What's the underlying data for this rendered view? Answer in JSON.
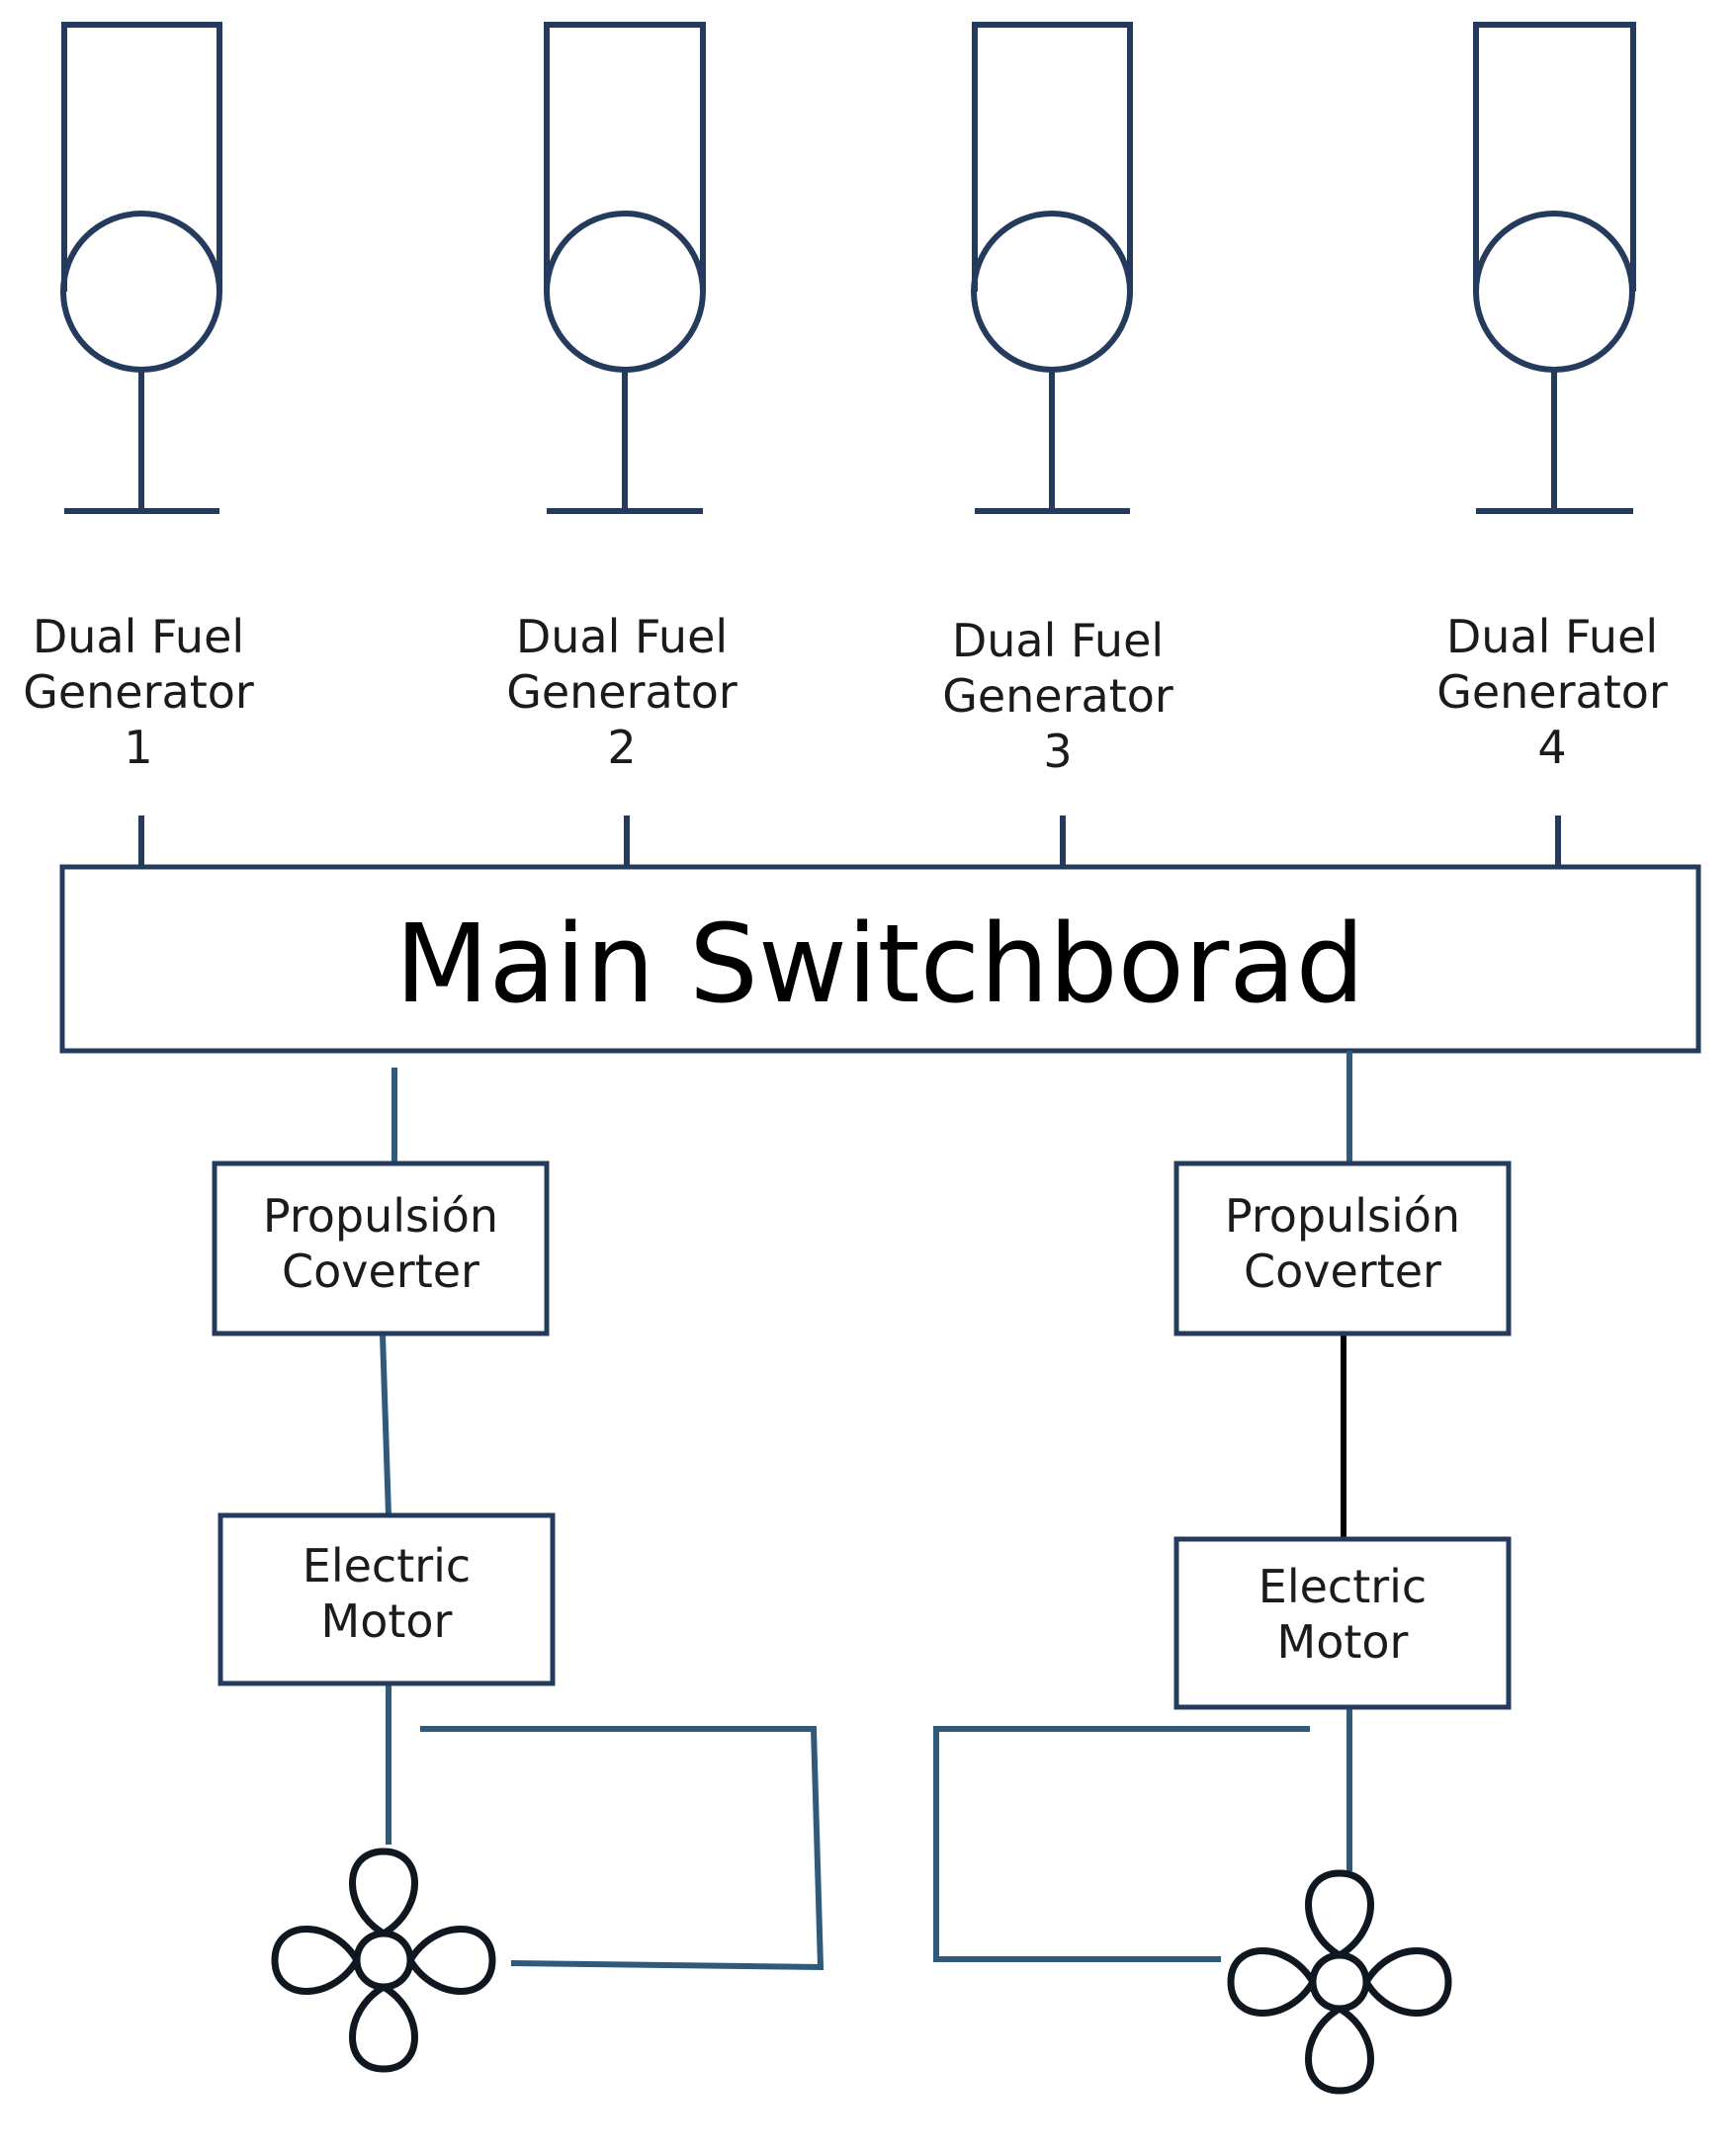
{
  "generators": [
    {
      "line1": "Dual Fuel",
      "line2": "Generator",
      "number": "1"
    },
    {
      "line1": "Dual Fuel",
      "line2": "Generator",
      "number": "2"
    },
    {
      "line1": "Dual Fuel",
      "line2": "Generator",
      "number": "3"
    },
    {
      "line1": "Dual Fuel",
      "line2": "Generator",
      "number": "4"
    }
  ],
  "switchboard": {
    "label": "Main Switchborad"
  },
  "port_branch": {
    "converter": {
      "line1": "Propulsión",
      "line2": "Coverter"
    },
    "motor": {
      "line1": "Electric",
      "line2": "Motor"
    }
  },
  "starboard_branch": {
    "converter": {
      "line1": "Propulsión",
      "line2": "Coverter"
    },
    "motor": {
      "line1": "Electric",
      "line2": "Motor"
    }
  },
  "colors": {
    "line": "#243b5e",
    "shaft": "#2f5a7a",
    "text": "#1b1b1b"
  },
  "icons": [
    "generator-symbol-icon",
    "propeller-icon"
  ]
}
